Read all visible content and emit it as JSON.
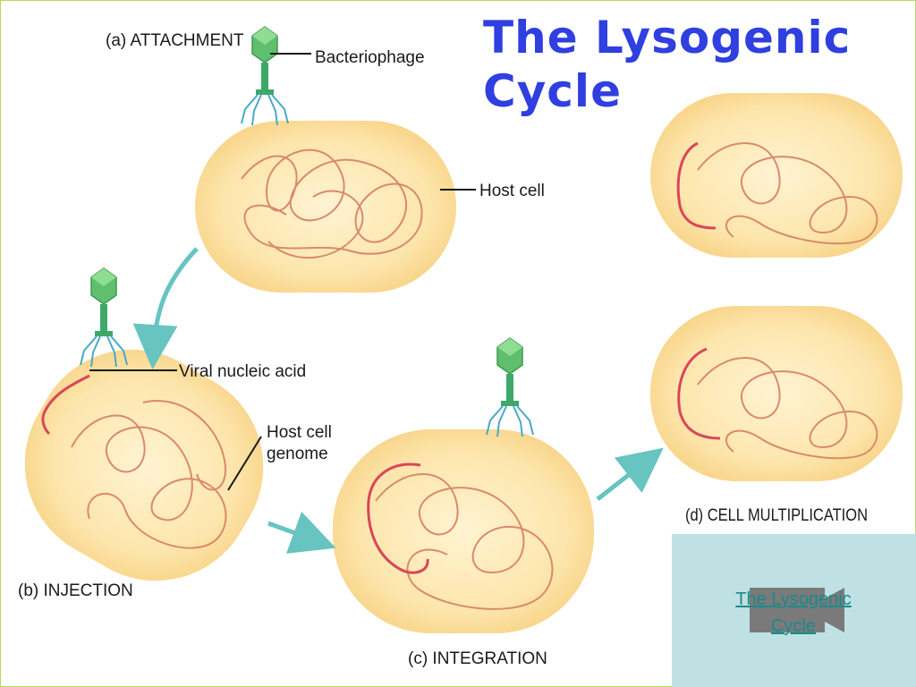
{
  "title": {
    "line1": "The Lysogenic",
    "line2": "Cycle"
  },
  "labels": {
    "attachment": "(a) ATTACHMENT",
    "bacteriophage": "Bacteriophage",
    "host_cell": "Host cell",
    "viral_nucleic_acid": "Viral nucleic acid",
    "host_cell_genome_line1": "Host cell",
    "host_cell_genome_line2": "genome",
    "injection": "(b) INJECTION",
    "integration": "(c) INTEGRATION",
    "cell_multiplication": "(d) CELL MULTIPLICATION"
  },
  "video": {
    "link_line1": "The Lysogenic",
    "link_line2": "Cycle",
    "icon": "video-camera-icon"
  },
  "colors": {
    "title": "#2f3fe0",
    "cell_fill": "#fbe3a6",
    "cell_core": "#fff2cf",
    "genome": "#d98a6a",
    "viral_dna": "#d9465a",
    "arrow": "#67c4c0",
    "phage_head": "#5fbf6f",
    "phage_legs": "#4aa8c8",
    "panel": "#bfe1e3",
    "link": "#1a8a8a"
  }
}
